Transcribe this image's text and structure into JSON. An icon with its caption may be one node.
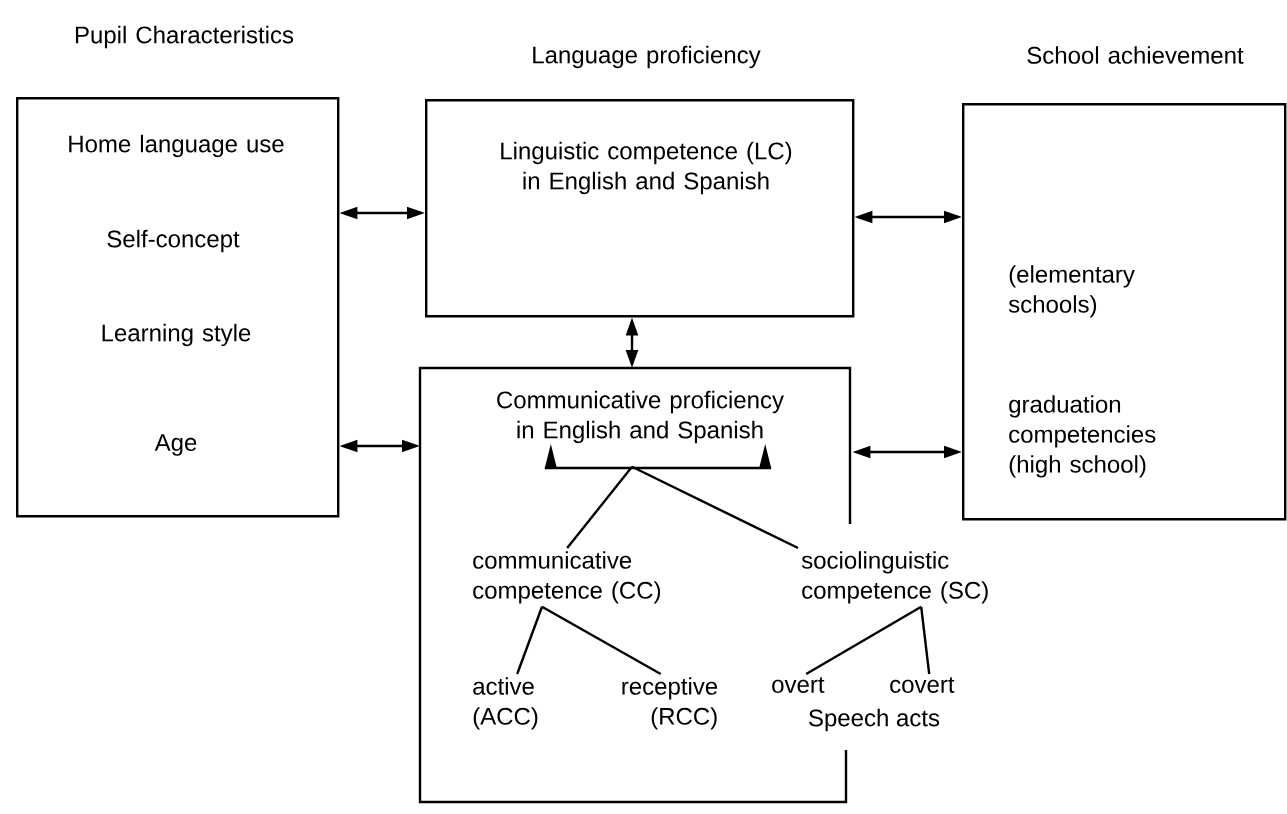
{
  "diagram": {
    "nodes": [
      {
        "text": [
          "Pupil Characteristics",
          "Home language use",
          "Self-concept",
          "Learning style",
          "Age"
        ]
      },
      {
        "text": [
          "Language proficiency",
          "Linguistic competence (LC) in English and Spanish"
        ]
      },
      {
        "text": [
          "Communicative proficiency in English and Spanish"
        ]
      },
      {
        "text": [],
        "shape": "bar",
        "in": 2
      },
      {
        "text": [
          "communicative competence (CC)"
        ],
        "in": 2
      },
      {
        "text": [
          "sociolinguistic competence (SC)"
        ]
      },
      {
        "text": [
          "active (ACC)"
        ],
        "in": 2
      },
      {
        "text": [
          "receptive (RCC)"
        ],
        "in": 2
      },
      {
        "text": [
          "overt"
        ],
        "in": 2
      },
      {
        "text": [
          "covert"
        ]
      },
      {
        "text": [
          "School achievement",
          "(elementary schools)",
          "graduation competencies (high school)"
        ]
      }
    ],
    "edges": [
      {
        "from": 0,
        "to": 1,
        "arrow": "both"
      },
      {
        "from": 0,
        "to": 2,
        "arrow": "both"
      },
      {
        "from": 1,
        "to": 2,
        "arrow": "both"
      },
      {
        "from": 1,
        "to": 10,
        "arrow": "both"
      },
      {
        "from": 2,
        "to": 10,
        "arrow": "both"
      },
      {
        "from": 3,
        "to": 4,
        "arrow": "none"
      },
      {
        "from": 3,
        "to": 5,
        "arrow": "none"
      },
      {
        "from": 4,
        "to": 6,
        "arrow": "none"
      },
      {
        "from": 4,
        "to": 7,
        "arrow": "none"
      },
      {
        "from": 5,
        "to": 8,
        "arrow": "none"
      },
      {
        "from": 5,
        "to": 9,
        "arrow": "none"
      }
    ],
    "labels": [
      "Speech acts"
    ]
  }
}
